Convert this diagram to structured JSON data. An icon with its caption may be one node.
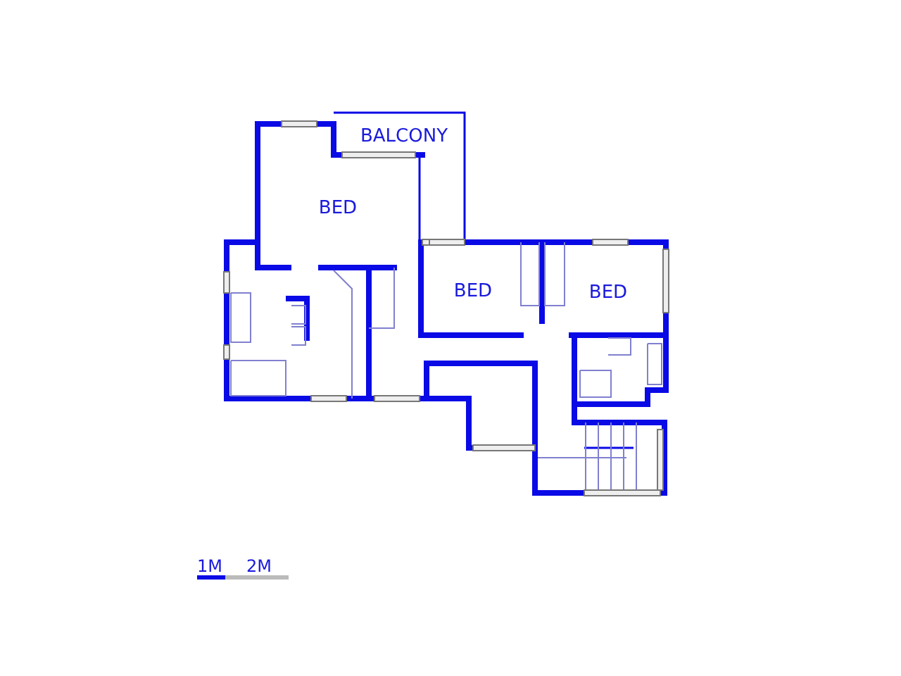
{
  "diagram": {
    "nodes": [
      {
        "text": [
          "BALCONY"
        ]
      },
      {
        "text": [
          "BED"
        ]
      },
      {
        "text": [
          "BED"
        ]
      },
      {
        "text": [
          "BED"
        ]
      }
    ],
    "edges": [],
    "labels": [
      "1M",
      "2M"
    ]
  }
}
